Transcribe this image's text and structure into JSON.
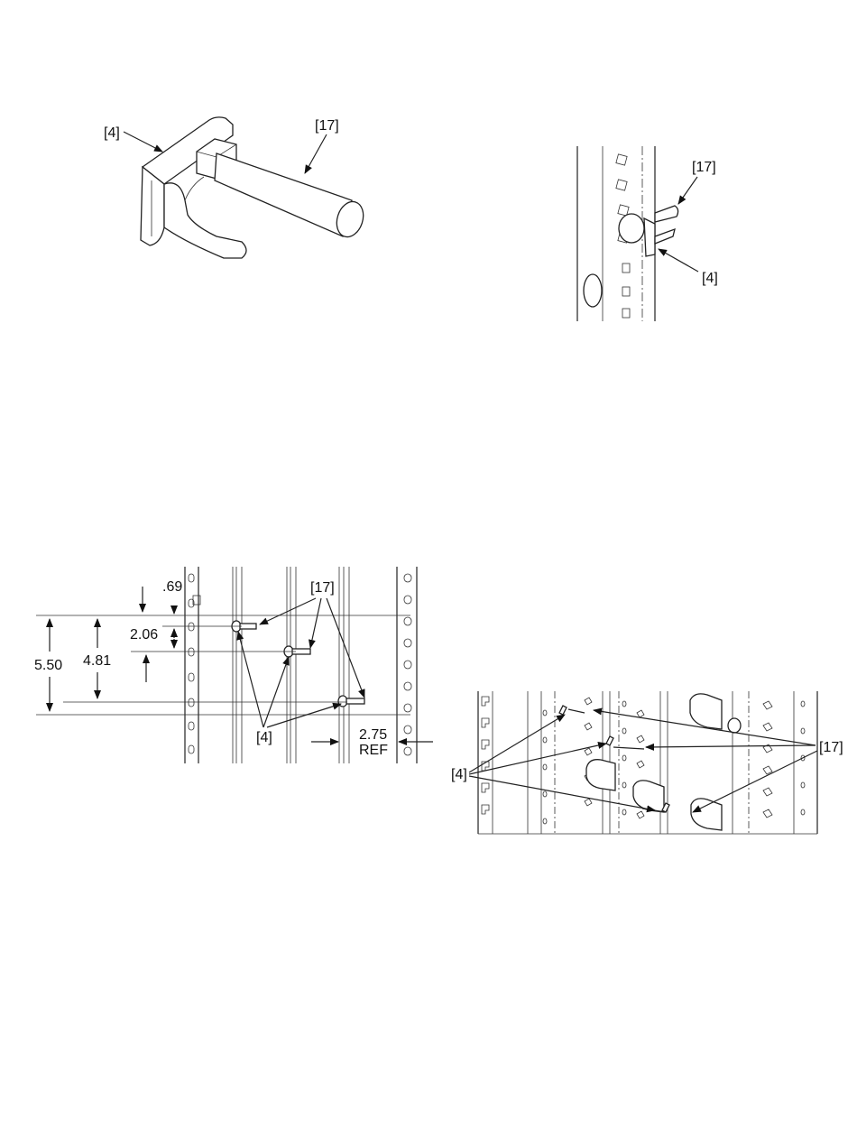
{
  "callouts": {
    "part4": "[4]",
    "part17": "[17]"
  },
  "dimensions": {
    "d069": ".69",
    "d206": "2.06",
    "d481": "4.81",
    "d550": "5.50",
    "d275": "2.75",
    "ref": "REF"
  },
  "colors": {
    "line": "#222222",
    "background": "#ffffff"
  }
}
